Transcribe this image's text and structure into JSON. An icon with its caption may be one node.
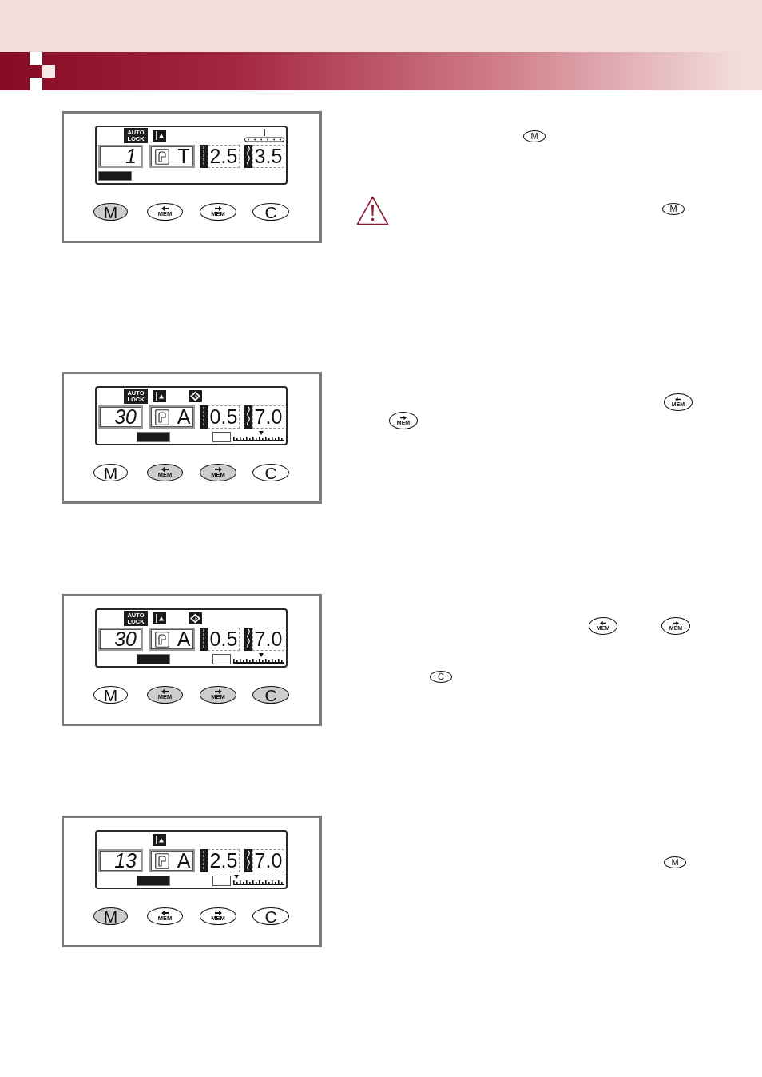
{
  "diagram": {
    "nodes": [
      {
        "text": [],
        "shape": "box"
      },
      {
        "text": [],
        "shape": "box",
        "in": 0
      },
      {
        "text": [
          "AUTO LOCK"
        ],
        "in": 1
      },
      {
        "text": [
          "1"
        ],
        "in": 1
      },
      {
        "text": [
          "T"
        ],
        "in": 1
      },
      {
        "text": [
          "2.5"
        ],
        "in": 1
      },
      {
        "text": [
          "3.5"
        ],
        "in": 1
      },
      {
        "text": [
          "M"
        ],
        "in": 0
      },
      {
        "text": [
          "MEM"
        ],
        "in": 0
      },
      {
        "text": [
          "MEM"
        ],
        "in": 0
      },
      {
        "text": [
          "C"
        ],
        "in": 0
      },
      {
        "text": [
          "M"
        ]
      },
      {
        "text": [
          "M"
        ]
      },
      {
        "text": [],
        "shape": "box"
      },
      {
        "text": [],
        "shape": "box",
        "in": 13
      },
      {
        "text": [
          "AUTO LOCK"
        ],
        "in": 14
      },
      {
        "text": [
          "30"
        ],
        "in": 14
      },
      {
        "text": [
          "A"
        ],
        "in": 14
      },
      {
        "text": [
          "0.5"
        ],
        "in": 14
      },
      {
        "text": [
          "7.0"
        ],
        "in": 14
      },
      {
        "text": [
          "M"
        ],
        "in": 13
      },
      {
        "text": [
          "MEM"
        ],
        "in": 13
      },
      {
        "text": [
          "MEM"
        ],
        "in": 13
      },
      {
        "text": [
          "C"
        ],
        "in": 13
      },
      {
        "text": [
          "MEM"
        ]
      },
      {
        "text": [
          "MEM"
        ]
      },
      {
        "text": [],
        "shape": "box"
      },
      {
        "text": [],
        "shape": "box",
        "in": 26
      },
      {
        "text": [
          "AUTO LOCK"
        ],
        "in": 27
      },
      {
        "text": [
          "30"
        ],
        "in": 27
      },
      {
        "text": [
          "A"
        ],
        "in": 27
      },
      {
        "text": [
          "0.5"
        ],
        "in": 27
      },
      {
        "text": [
          "7.0"
        ],
        "in": 27
      },
      {
        "text": [
          "M"
        ],
        "in": 26
      },
      {
        "text": [
          "MEM"
        ],
        "in": 26
      },
      {
        "text": [
          "MEM"
        ],
        "in": 26
      },
      {
        "text": [
          "C"
        ],
        "in": 26
      },
      {
        "text": [
          "MEM"
        ]
      },
      {
        "text": [
          "MEM"
        ]
      },
      {
        "text": [
          "C"
        ]
      },
      {
        "text": [],
        "shape": "box"
      },
      {
        "text": [],
        "shape": "box",
        "in": 40
      },
      {
        "text": [
          "13"
        ],
        "in": 41
      },
      {
        "text": [
          "A"
        ],
        "in": 41
      },
      {
        "text": [
          "2.5"
        ],
        "in": 41
      },
      {
        "text": [
          "7.0"
        ],
        "in": 41
      },
      {
        "text": [
          "M"
        ],
        "in": 40
      },
      {
        "text": [
          "MEM"
        ],
        "in": 40
      },
      {
        "text": [
          "MEM"
        ],
        "in": 40
      },
      {
        "text": [
          "C"
        ],
        "in": 40
      },
      {
        "text": [
          "M"
        ]
      }
    ]
  }
}
